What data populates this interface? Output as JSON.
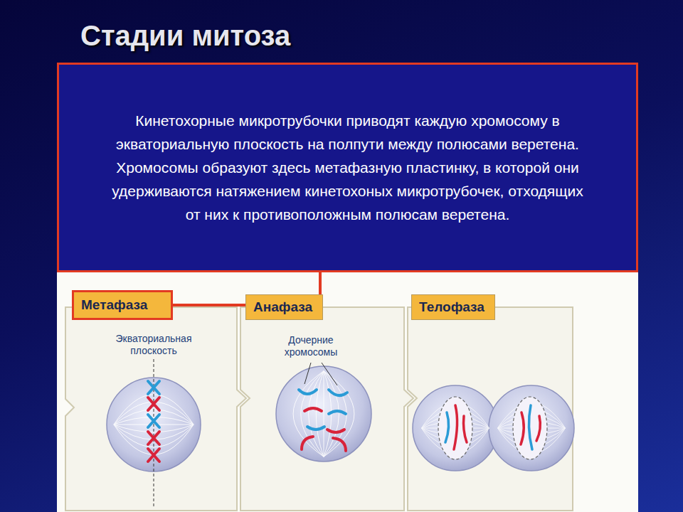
{
  "diagram": {
    "title": "Стадии митоза",
    "nodes": [
      {
        "text": [
          "Кинетохорные микротрубочки приводят каждую хромосому в экваториальную плоскость на полпути между полюсами веретена. Хромосомы образуют здесь метафазную пластинку, в которой они удерживаются натяжением кинетохоных микротрубочек, отходящих от них к противоположным полюсам веретена."
        ]
      },
      {
        "text": [
          "Метафаза"
        ]
      },
      {
        "text": [
          "Анафаза"
        ]
      },
      {
        "text": [
          "Телофаза"
        ]
      }
    ],
    "edges": [
      {
        "from": 1,
        "to": 0,
        "arrow": "none"
      }
    ],
    "labels": [
      "Экваториальная плоскость",
      "Дочерние хромосомы"
    ]
  }
}
